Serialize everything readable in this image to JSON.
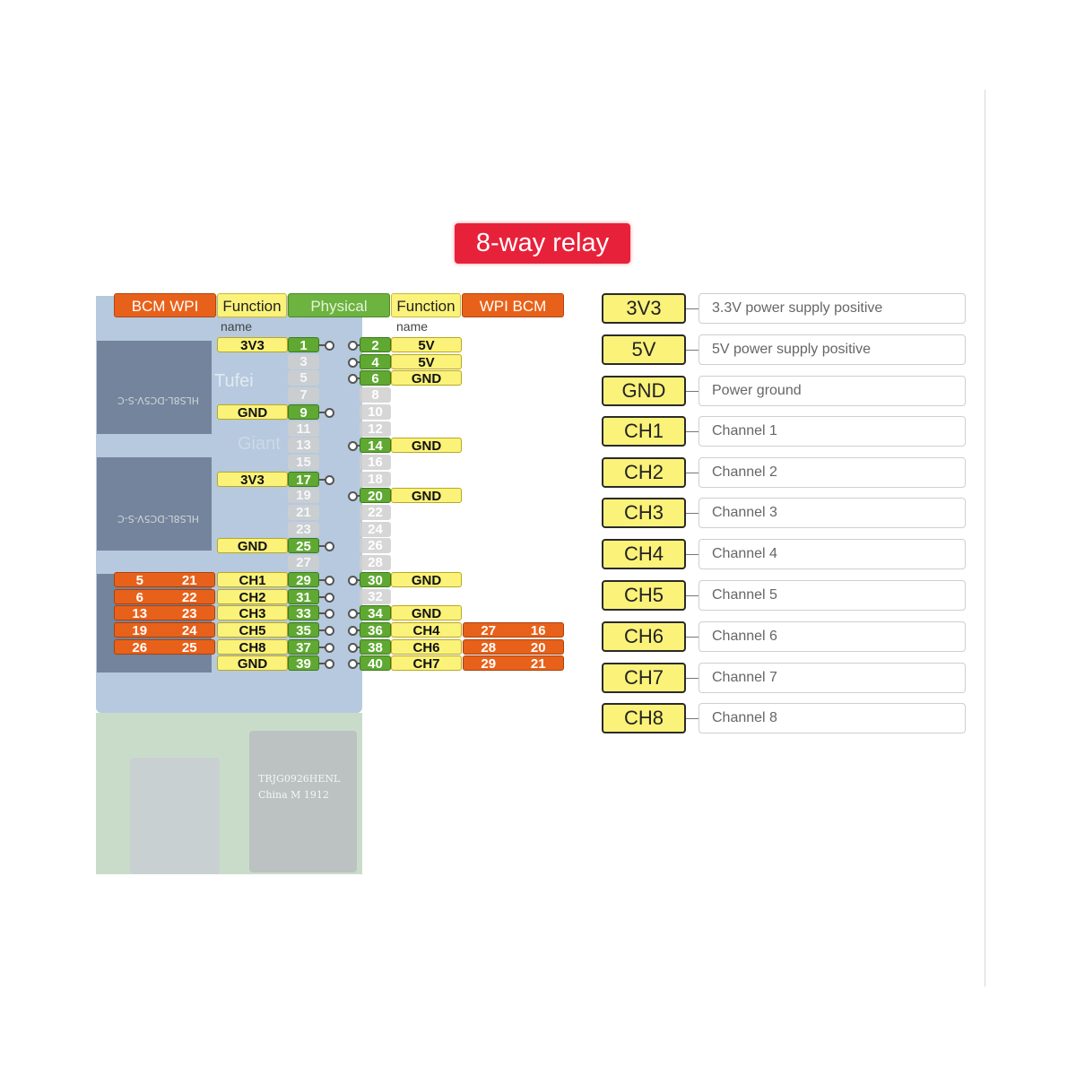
{
  "title": "8-way relay",
  "header": {
    "bcm_wpi_left": "BCM  WPI",
    "function_left": "Function",
    "physical": "Physical",
    "function_right": "Function",
    "wpi_bcm_right": "WPI  BCM",
    "name_left": "name",
    "name_right": "name"
  },
  "board_text": {
    "brand": "Tufei",
    "giant": "Giant",
    "relay_label": "HLS8L-DC5V-S-C",
    "eth_lines": [
      "TRJG0926HENL",
      "China M 1912"
    ]
  },
  "rows": [
    {
      "l": "3V3",
      "pl": "1",
      "pr": "2",
      "r": "5V",
      "lg": true,
      "rg": true
    },
    {
      "l": "",
      "pl": "3",
      "pr": "4",
      "r": "5V",
      "lg": false,
      "rg": true
    },
    {
      "l": "",
      "pl": "5",
      "pr": "6",
      "r": "GND",
      "lg": false,
      "rg": true
    },
    {
      "l": "",
      "pl": "7",
      "pr": "8",
      "r": "",
      "lg": false,
      "rg": false
    },
    {
      "l": "GND",
      "pl": "9",
      "pr": "10",
      "r": "",
      "lg": true,
      "rg": false
    },
    {
      "l": "",
      "pl": "11",
      "pr": "12",
      "r": "",
      "lg": false,
      "rg": false
    },
    {
      "l": "",
      "pl": "13",
      "pr": "14",
      "r": "GND",
      "lg": false,
      "rg": true
    },
    {
      "l": "",
      "pl": "15",
      "pr": "16",
      "r": "",
      "lg": false,
      "rg": false
    },
    {
      "l": "3V3",
      "pl": "17",
      "pr": "18",
      "r": "",
      "lg": true,
      "rg": false
    },
    {
      "l": "",
      "pl": "19",
      "pr": "20",
      "r": "GND",
      "lg": false,
      "rg": true
    },
    {
      "l": "",
      "pl": "21",
      "pr": "22",
      "r": "",
      "lg": false,
      "rg": false
    },
    {
      "l": "",
      "pl": "23",
      "pr": "24",
      "r": "",
      "lg": false,
      "rg": false
    },
    {
      "l": "GND",
      "pl": "25",
      "pr": "26",
      "r": "",
      "lg": true,
      "rg": false
    },
    {
      "l": "",
      "pl": "27",
      "pr": "28",
      "r": "",
      "lg": false,
      "rg": false
    },
    {
      "l": "CH1",
      "pl": "29",
      "pr": "30",
      "r": "GND",
      "lg": true,
      "rg": true,
      "lb": "5",
      "lw": "21"
    },
    {
      "l": "CH2",
      "pl": "31",
      "pr": "32",
      "r": "",
      "lg": true,
      "rg": false,
      "lb": "6",
      "lw": "22"
    },
    {
      "l": "CH3",
      "pl": "33",
      "pr": "34",
      "r": "GND",
      "lg": true,
      "rg": true,
      "lb": "13",
      "lw": "23"
    },
    {
      "l": "CH5",
      "pl": "35",
      "pr": "36",
      "r": "CH4",
      "lg": true,
      "rg": true,
      "lb": "19",
      "lw": "24",
      "rw": "27",
      "rb": "16"
    },
    {
      "l": "CH8",
      "pl": "37",
      "pr": "38",
      "r": "CH6",
      "lg": true,
      "rg": true,
      "lb": "26",
      "lw": "25",
      "rw": "28",
      "rb": "20"
    },
    {
      "l": "GND",
      "pl": "39",
      "pr": "40",
      "r": "CH7",
      "lg": true,
      "rg": true,
      "rw": "29",
      "rb": "21"
    }
  ],
  "legend": [
    {
      "key": "3V3",
      "desc": "3.3V power supply positive"
    },
    {
      "key": "5V",
      "desc": "5V power supply positive"
    },
    {
      "key": "GND",
      "desc": "Power ground"
    },
    {
      "key": "CH1",
      "desc": "Channel 1"
    },
    {
      "key": "CH2",
      "desc": "Channel 2"
    },
    {
      "key": "CH3",
      "desc": "Channel 3"
    },
    {
      "key": "CH4",
      "desc": "Channel 4"
    },
    {
      "key": "CH5",
      "desc": "Channel 5"
    },
    {
      "key": "CH6",
      "desc": "Channel 6"
    },
    {
      "key": "CH7",
      "desc": "Channel 7"
    },
    {
      "key": "CH8",
      "desc": "Channel 8"
    }
  ]
}
